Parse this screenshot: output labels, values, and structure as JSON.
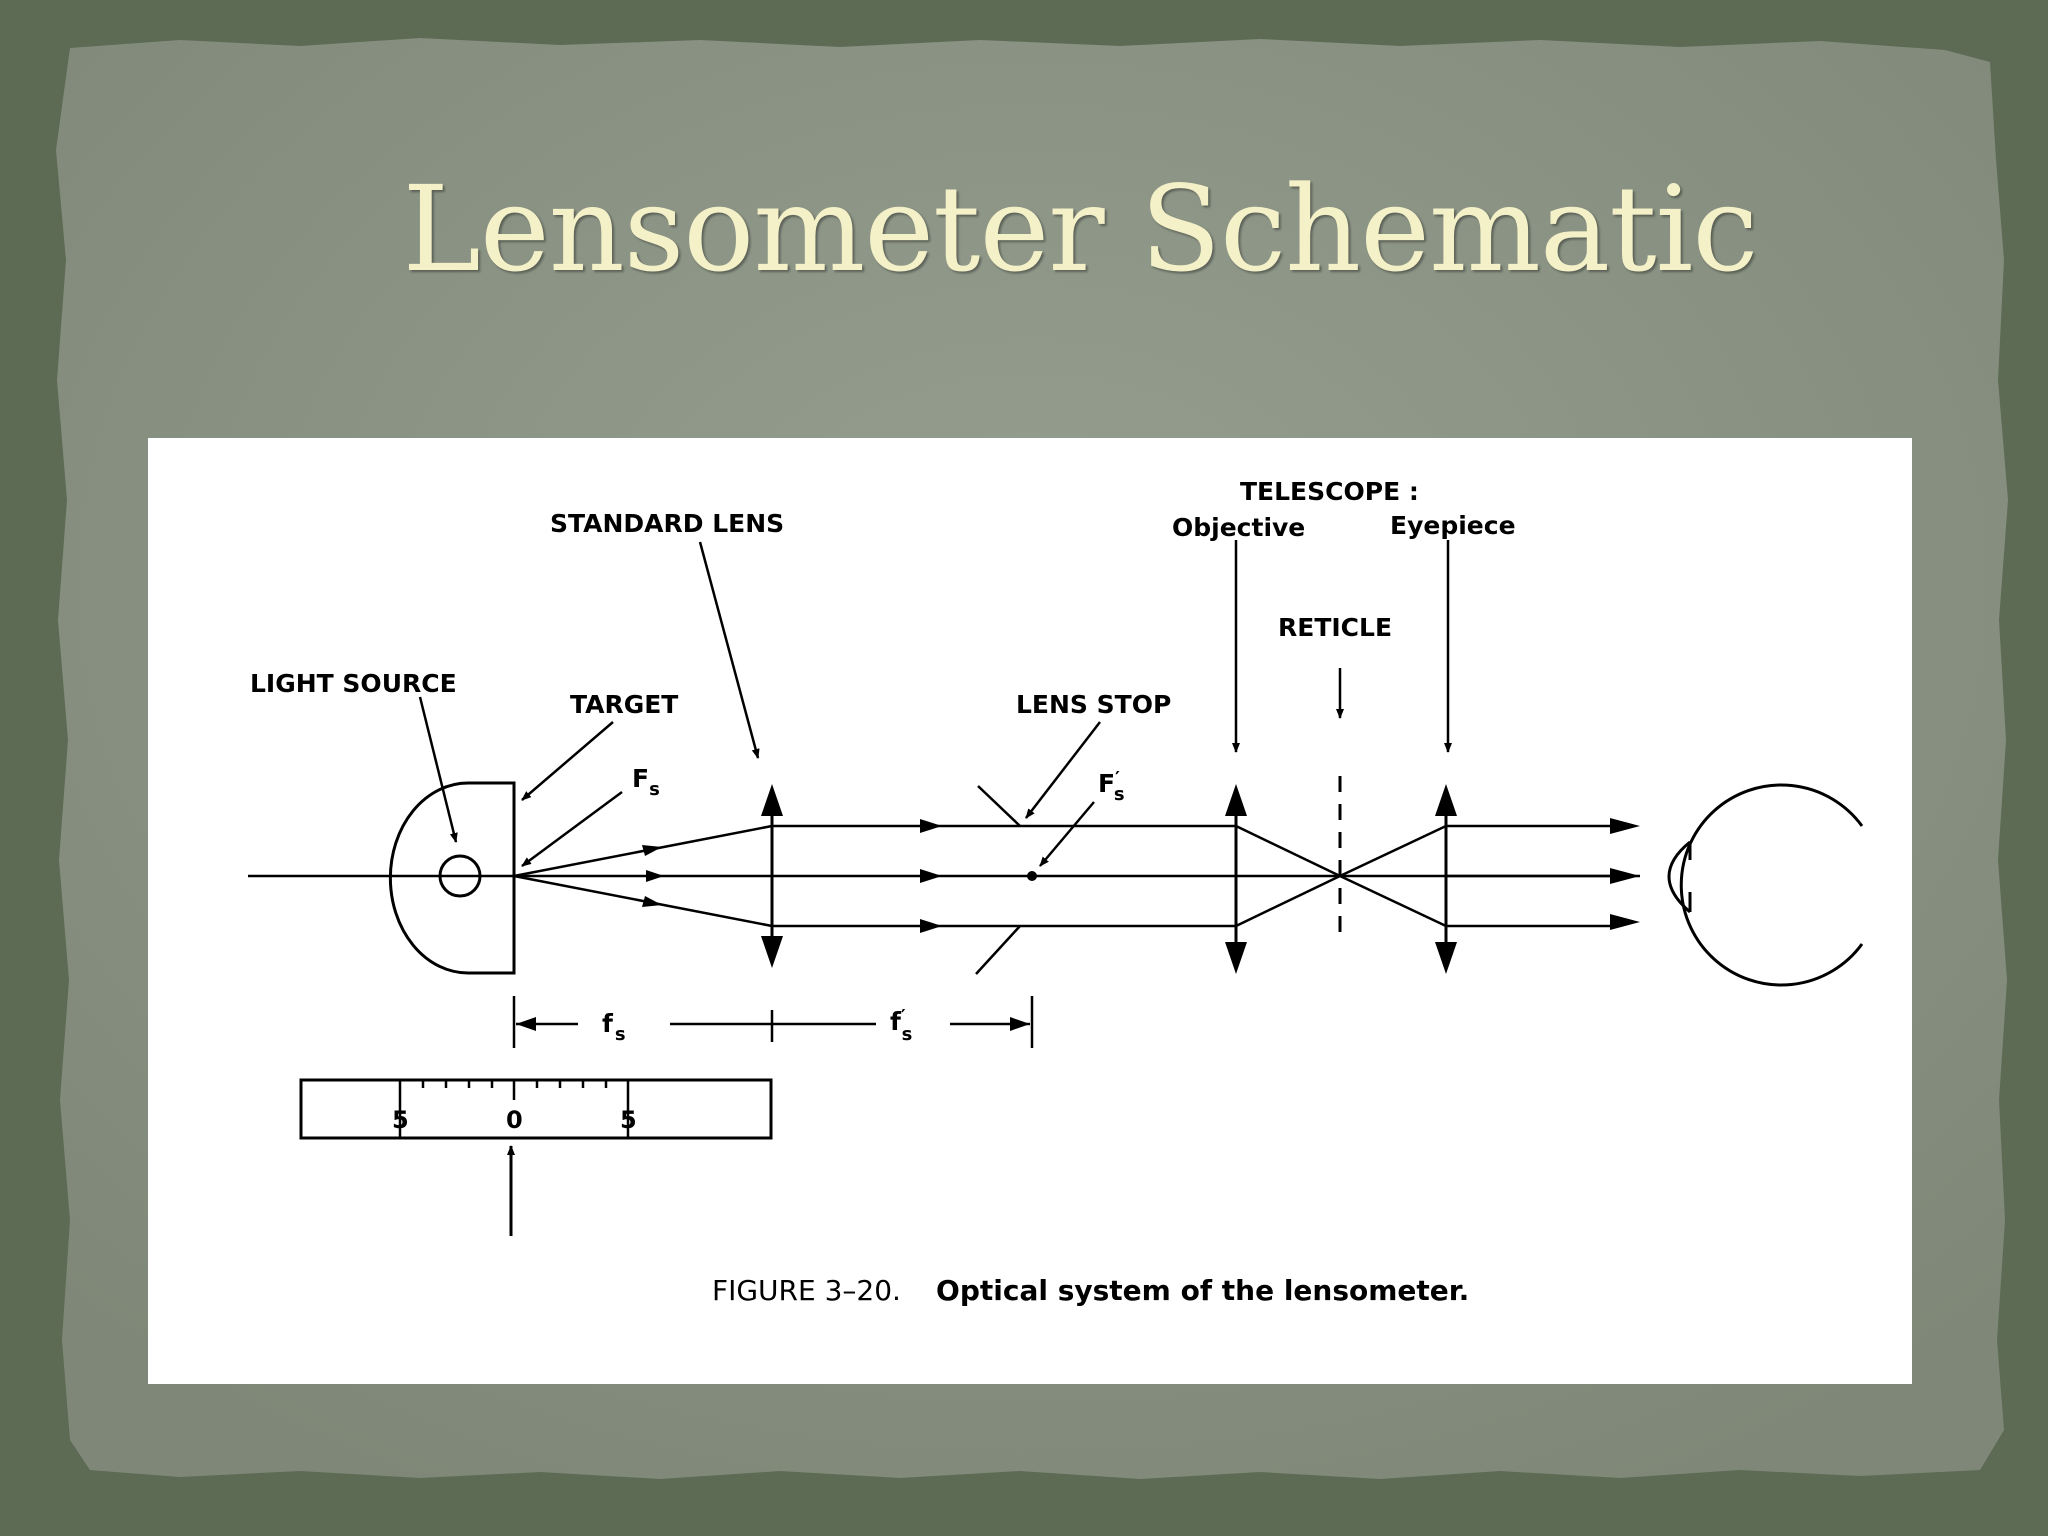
{
  "slide": {
    "title": "Lensometer Schematic",
    "colors": {
      "background": "#5d6a54",
      "paper": "#8a9383",
      "title": "#f4f1c8",
      "figure_bg": "#ffffff"
    }
  },
  "figure": {
    "labels": {
      "light_source": "LIGHT SOURCE",
      "standard_lens": "STANDARD LENS",
      "target": "TARGET",
      "fs": "F",
      "fs_sub": "s",
      "fs_prime": "F",
      "fs_prime_mark": "′",
      "fs_prime_sub": "s",
      "lens_stop": "LENS STOP",
      "telescope": "TELESCOPE :",
      "objective": "Objective",
      "eyepiece": "Eyepiece",
      "reticle": "RETICLE",
      "f_dist": "f",
      "f_dist_sub": "s",
      "f_dist_prime": "f",
      "f_dist_prime_mark": "′",
      "f_dist_prime_sub": "s"
    },
    "scale": {
      "left": "5",
      "center": "0",
      "right": "5"
    },
    "caption": {
      "number": "FIGURE 3–20.",
      "text": "Optical system of the lensometer."
    }
  }
}
